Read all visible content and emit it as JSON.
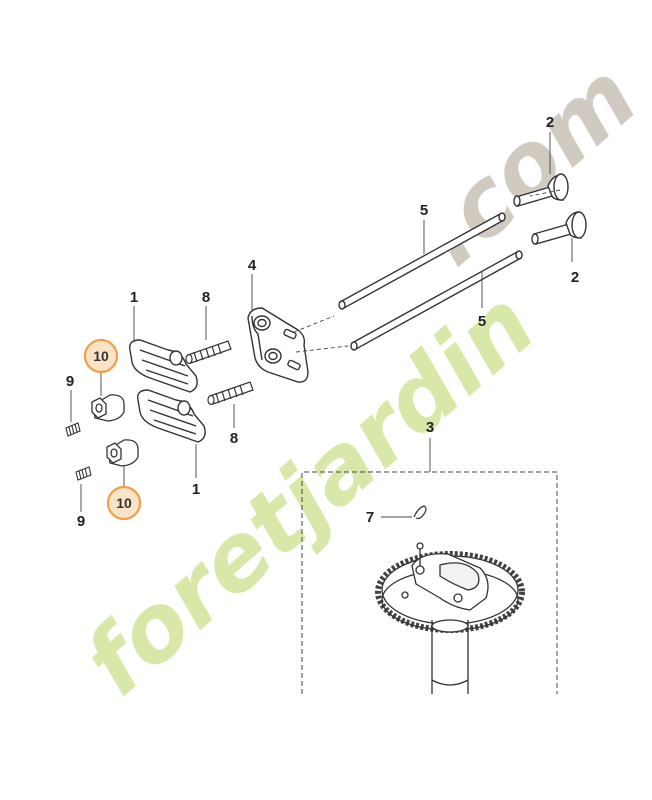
{
  "diagram": {
    "callouts": {
      "c1_top": "1",
      "c1_bottom": "1",
      "c2_top": "2",
      "c2_bottom": "2",
      "c3": "3",
      "c4": "4",
      "c5_top": "5",
      "c5_bottom": "5",
      "c7": "7",
      "c8_top": "8",
      "c8_bottom": "8",
      "c9_top": "9",
      "c9_bottom": "9",
      "c10_top": "10",
      "c10_bottom": "10"
    },
    "highlight_color": "#f0a04b",
    "highlight_fill": "#fbe3c8"
  },
  "watermark": {
    "brand": "foretjardin",
    "suffix": ".com",
    "color_green": "#d6e7a4",
    "color_orange": "#f3c79a",
    "color_grey": "#cfc8bd"
  }
}
